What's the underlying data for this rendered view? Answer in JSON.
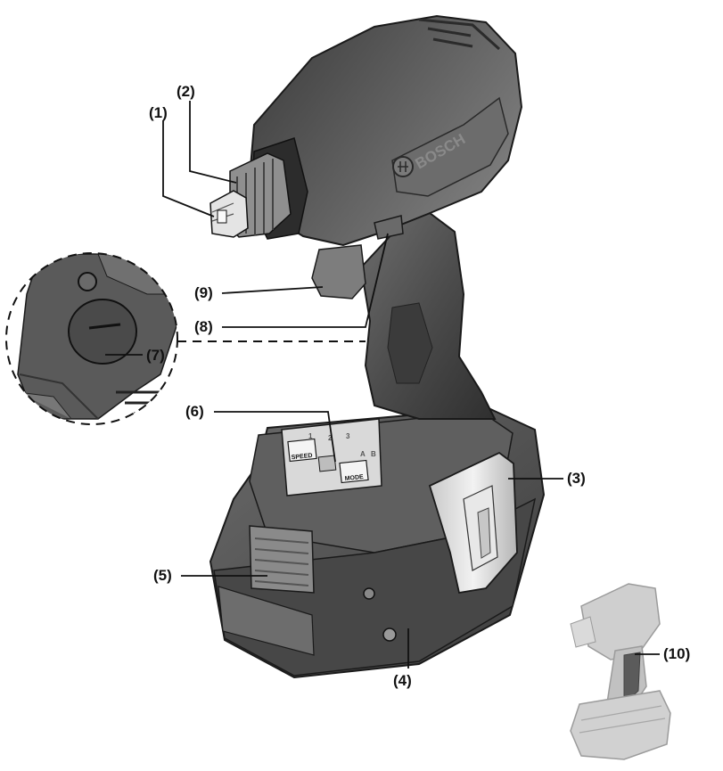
{
  "callouts": {
    "c1": "(1)",
    "c2": "(2)",
    "c3": "(3)",
    "c4": "(4)",
    "c5": "(5)",
    "c6": "(6)",
    "c7": "(7)",
    "c8": "(8)",
    "c9": "(9)",
    "c10": "(10)"
  },
  "tool_markings": {
    "brand": "BOSCH",
    "speed_button": "SPEED",
    "mode_button": "MODE",
    "speed_indicators": [
      "1",
      "2",
      "3"
    ],
    "mode_indicators": [
      "A",
      "B"
    ]
  },
  "colors": {
    "body": "#5a5a5a",
    "body_dark": "#3a3a3a",
    "body_light": "#7a7a7a",
    "metal": "#d8d8d8",
    "line": "#111111",
    "ghost": "#bdbdbd"
  }
}
